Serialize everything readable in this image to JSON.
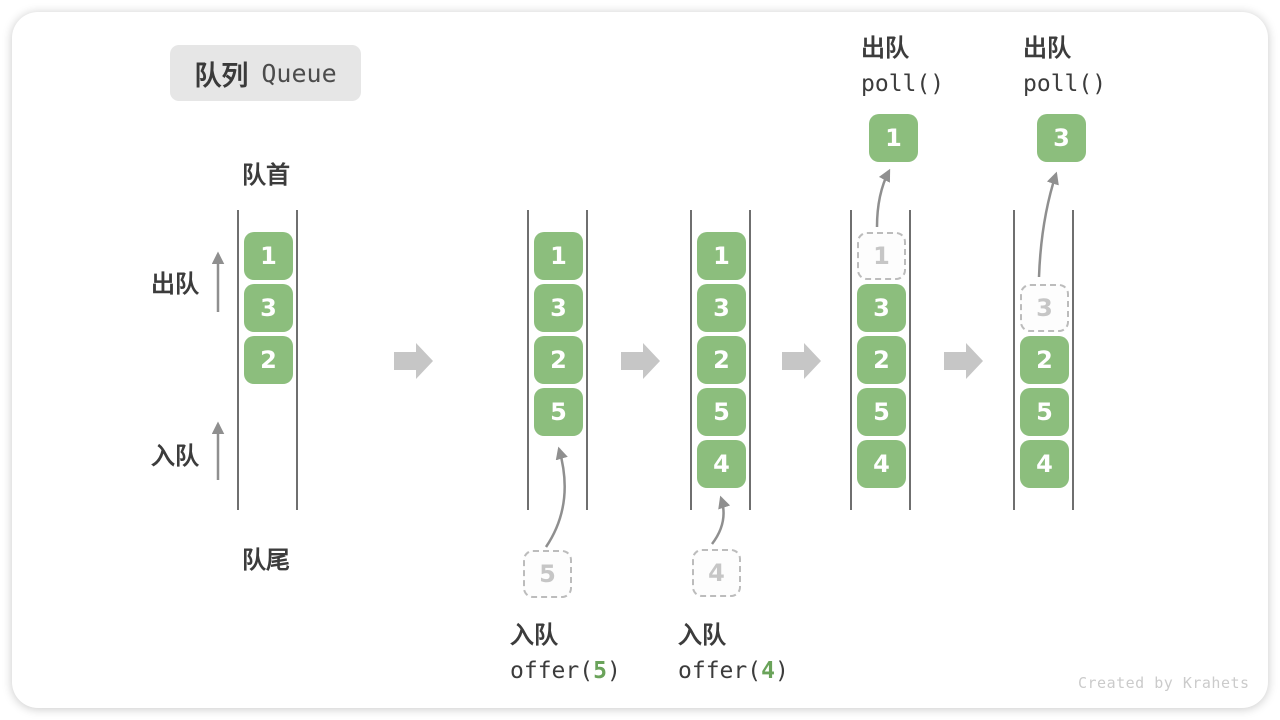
{
  "badge": {
    "zh": "队列",
    "en": "Queue"
  },
  "labels": {
    "front": "队首",
    "rear": "队尾",
    "dequeue": "出队",
    "enqueue": "入队"
  },
  "columns": {
    "c1": {
      "cells": {
        "s0": "1",
        "s1": "3",
        "s2": "2"
      }
    },
    "c2": {
      "cells": {
        "s0": "1",
        "s1": "3",
        "s2": "2",
        "s3": "5"
      },
      "staged": "5",
      "op": {
        "zh": "入队",
        "pre": "offer(",
        "arg": "5",
        "post": ")"
      }
    },
    "c3": {
      "cells": {
        "s0": "1",
        "s1": "3",
        "s2": "2",
        "s3": "5",
        "s4": "4"
      },
      "staged": "4",
      "op": {
        "zh": "入队",
        "pre": "offer(",
        "arg": "4",
        "post": ")"
      }
    },
    "c4": {
      "ghost": "1",
      "cells": {
        "s1": "3",
        "s2": "2",
        "s3": "5",
        "s4": "4"
      },
      "out": "1",
      "op": {
        "zh": "出队",
        "code": "poll()"
      }
    },
    "c5": {
      "ghost": "3",
      "cells": {
        "s2": "2",
        "s3": "5",
        "s4": "4"
      },
      "out": "3",
      "op": {
        "zh": "出队",
        "code": "poll()"
      }
    }
  },
  "watermark": "Created by Krahets",
  "icons": {
    "step_arrow": "block-arrow-right",
    "flow_arrow": "thin-arrow-up"
  },
  "colors": {
    "cell_green": "#8cbe7d",
    "code_green": "#6aa35a",
    "arrow_gray": "#8f8f8f",
    "block_arrow_gray": "#c6c6c6",
    "badge_bg": "#e6e6e6",
    "text_dark": "#3c3c3c",
    "ghost_gray": "#c6c6c6"
  }
}
